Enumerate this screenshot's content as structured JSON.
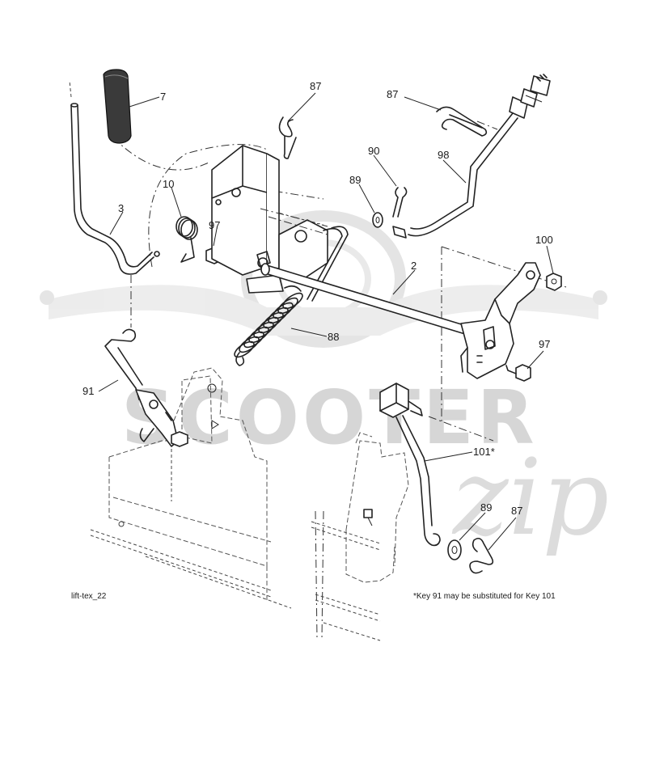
{
  "diagram": {
    "callouts": [
      {
        "id": "c7",
        "text": "7"
      },
      {
        "id": "c3",
        "text": "3"
      },
      {
        "id": "c10",
        "text": "10"
      },
      {
        "id": "c97a",
        "text": "97"
      },
      {
        "id": "c87a",
        "text": "87"
      },
      {
        "id": "c87b",
        "text": "87"
      },
      {
        "id": "c90",
        "text": "90"
      },
      {
        "id": "c98",
        "text": "98"
      },
      {
        "id": "c89a",
        "text": "89"
      },
      {
        "id": "c100",
        "text": "100"
      },
      {
        "id": "c2",
        "text": "2"
      },
      {
        "id": "c88",
        "text": "88"
      },
      {
        "id": "c97b",
        "text": "97"
      },
      {
        "id": "c91",
        "text": "91"
      },
      {
        "id": "c101",
        "text": "101*"
      },
      {
        "id": "c89b",
        "text": "89"
      },
      {
        "id": "c87c",
        "text": "87"
      }
    ],
    "figure_id": "lift-tex_22",
    "footnote": "*Key 91 may be substituted for Key 101"
  },
  "watermark": {
    "brand": "SCOOTER",
    "script": "zip"
  }
}
